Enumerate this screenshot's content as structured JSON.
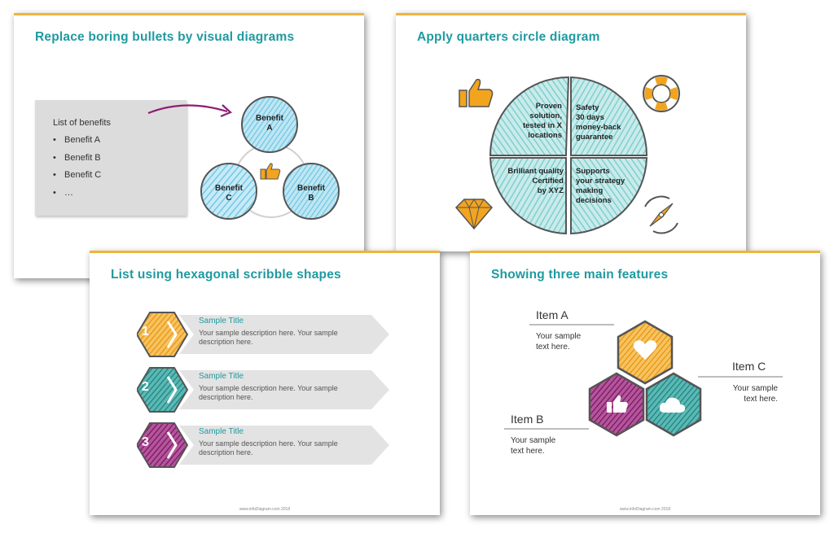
{
  "slides": {
    "bullets": {
      "title": "Replace boring bullets by visual diagrams",
      "list_title": "List of benefits",
      "list_items": [
        "Benefit A",
        "Benefit B",
        "Benefit C",
        "…"
      ],
      "bullet_glyph": "•",
      "circles": {
        "a": {
          "line1": "Benefit",
          "line2": "A"
        },
        "b": {
          "line1": "Benefit",
          "line2": "B"
        },
        "c": {
          "line1": "Benefit",
          "line2": "C"
        }
      },
      "center_icon": "thumbs-up-icon"
    },
    "quarters": {
      "title": "Apply quarters circle diagram",
      "q1": [
        "Proven",
        "solution,",
        "tested in X",
        "locations"
      ],
      "q2": [
        "Safety",
        "30 days",
        "money-back",
        "guarantee"
      ],
      "q3": [
        "Brilliant quality",
        "Certified",
        "by XYZ"
      ],
      "q4": [
        "Supports",
        "your strategy",
        "making",
        "decisions"
      ],
      "icons": [
        "thumbs-up-icon",
        "lifebuoy-icon",
        "diamond-icon",
        "compass-icon"
      ]
    },
    "hexagons": {
      "title": "List using hexagonal scribble shapes",
      "rows": [
        {
          "number": "1",
          "title": "Sample Title",
          "desc1": "Your sample description  here. Your sample",
          "desc2": "description  here.",
          "color": "#f2a41f"
        },
        {
          "number": "2",
          "title": "Sample Title",
          "desc1": "Your sample description  here. Your sample",
          "desc2": "description  here.",
          "color": "#1f9a96"
        },
        {
          "number": "3",
          "title": "Sample Title",
          "desc1": "Your sample description  here. Your sample",
          "desc2": "description  here.",
          "color": "#8e1f73"
        }
      ],
      "footer": "www.infoDiagram.com 2018"
    },
    "features": {
      "title": "Showing three main features",
      "item_a": {
        "title": "Item A",
        "desc1": "Your sample",
        "desc2": "text here."
      },
      "item_b": {
        "title": "Item B",
        "desc1": "Your sample",
        "desc2": "text here."
      },
      "item_c": {
        "title": "Item C",
        "desc1": "Your sample",
        "desc2": "text here."
      },
      "icons": [
        "heart-icon",
        "thumbs-up-icon",
        "cloud-icon"
      ],
      "footer": "www.infoDiagram.com 2018"
    }
  },
  "colors": {
    "accent_teal": "#1f9aa0",
    "top_border": "#f0b43c",
    "circle_fill": "#8fd3ea",
    "orange": "#f2a41f",
    "teal": "#1f9a96",
    "purple": "#8e1f73",
    "arrow_purple": "#8e1f73"
  }
}
